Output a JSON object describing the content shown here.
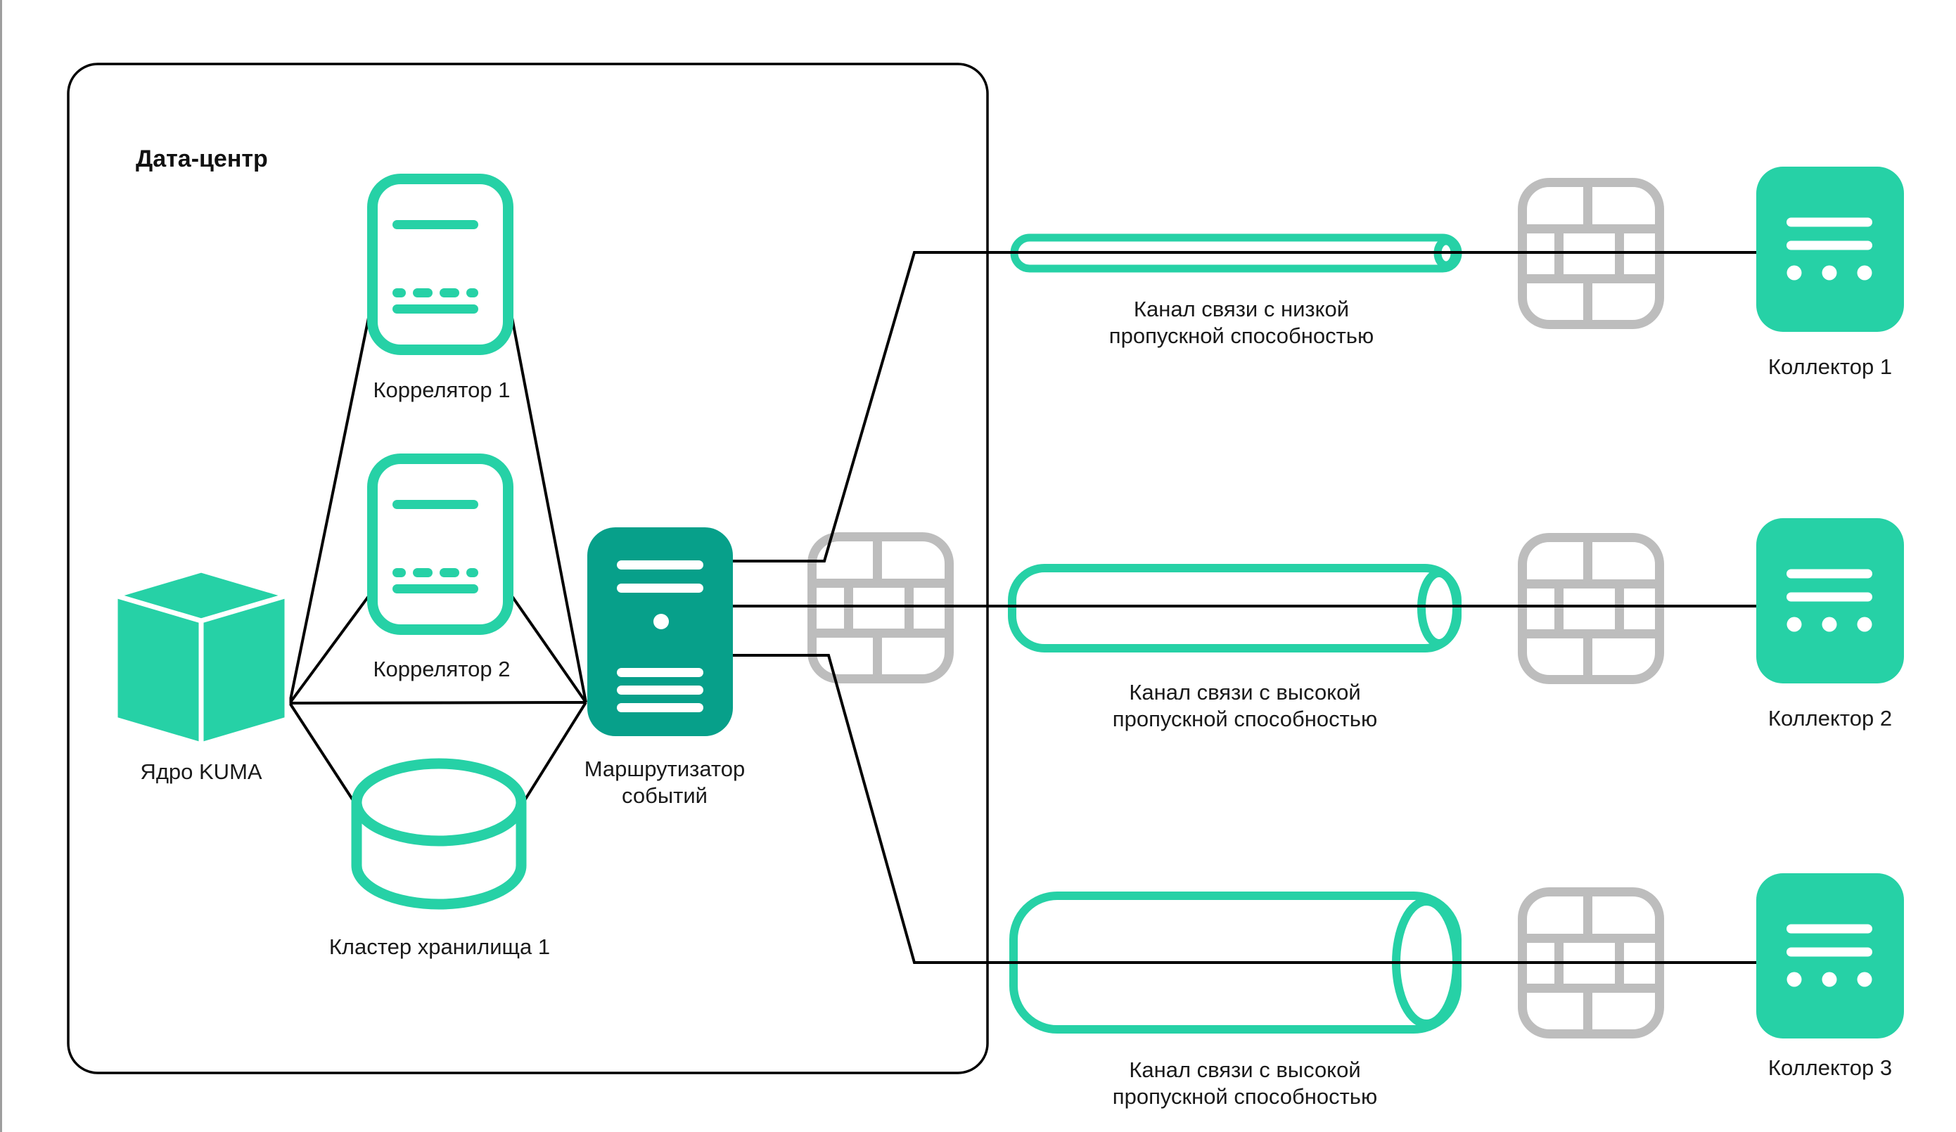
{
  "diagram": {
    "datacenter": {
      "label": "Дата-центр"
    },
    "nodes": {
      "correlator1": {
        "label": "Коррелятор 1"
      },
      "correlator2": {
        "label": "Коррелятор 2"
      },
      "kuma_core": {
        "label": "Ядро KUMA"
      },
      "storage_cluster": {
        "label": "Кластер хранилища 1"
      },
      "event_router": {
        "label_line1": "Маршрутизатор",
        "label_line2": "событий"
      },
      "collector1": {
        "label": "Коллектор 1"
      },
      "collector2": {
        "label": "Коллектор 2"
      },
      "collector3": {
        "label": "Коллектор 3"
      }
    },
    "channels": {
      "channel1": {
        "line1": "Канал связи с низкой",
        "line2": "пропускной способностью"
      },
      "channel2": {
        "line1": "Канал связи с высокой",
        "line2": "пропускной способностью"
      },
      "channel3": {
        "line1": "Канал связи с высокой",
        "line2": "пропускной способностью"
      }
    },
    "colors": {
      "accent_teal": "#26D1A6",
      "accent_dark_teal": "#07A08A",
      "firewall_gray": "#BDBDBD",
      "line_black": "#000000",
      "text_color": "#1a1a1a"
    }
  }
}
